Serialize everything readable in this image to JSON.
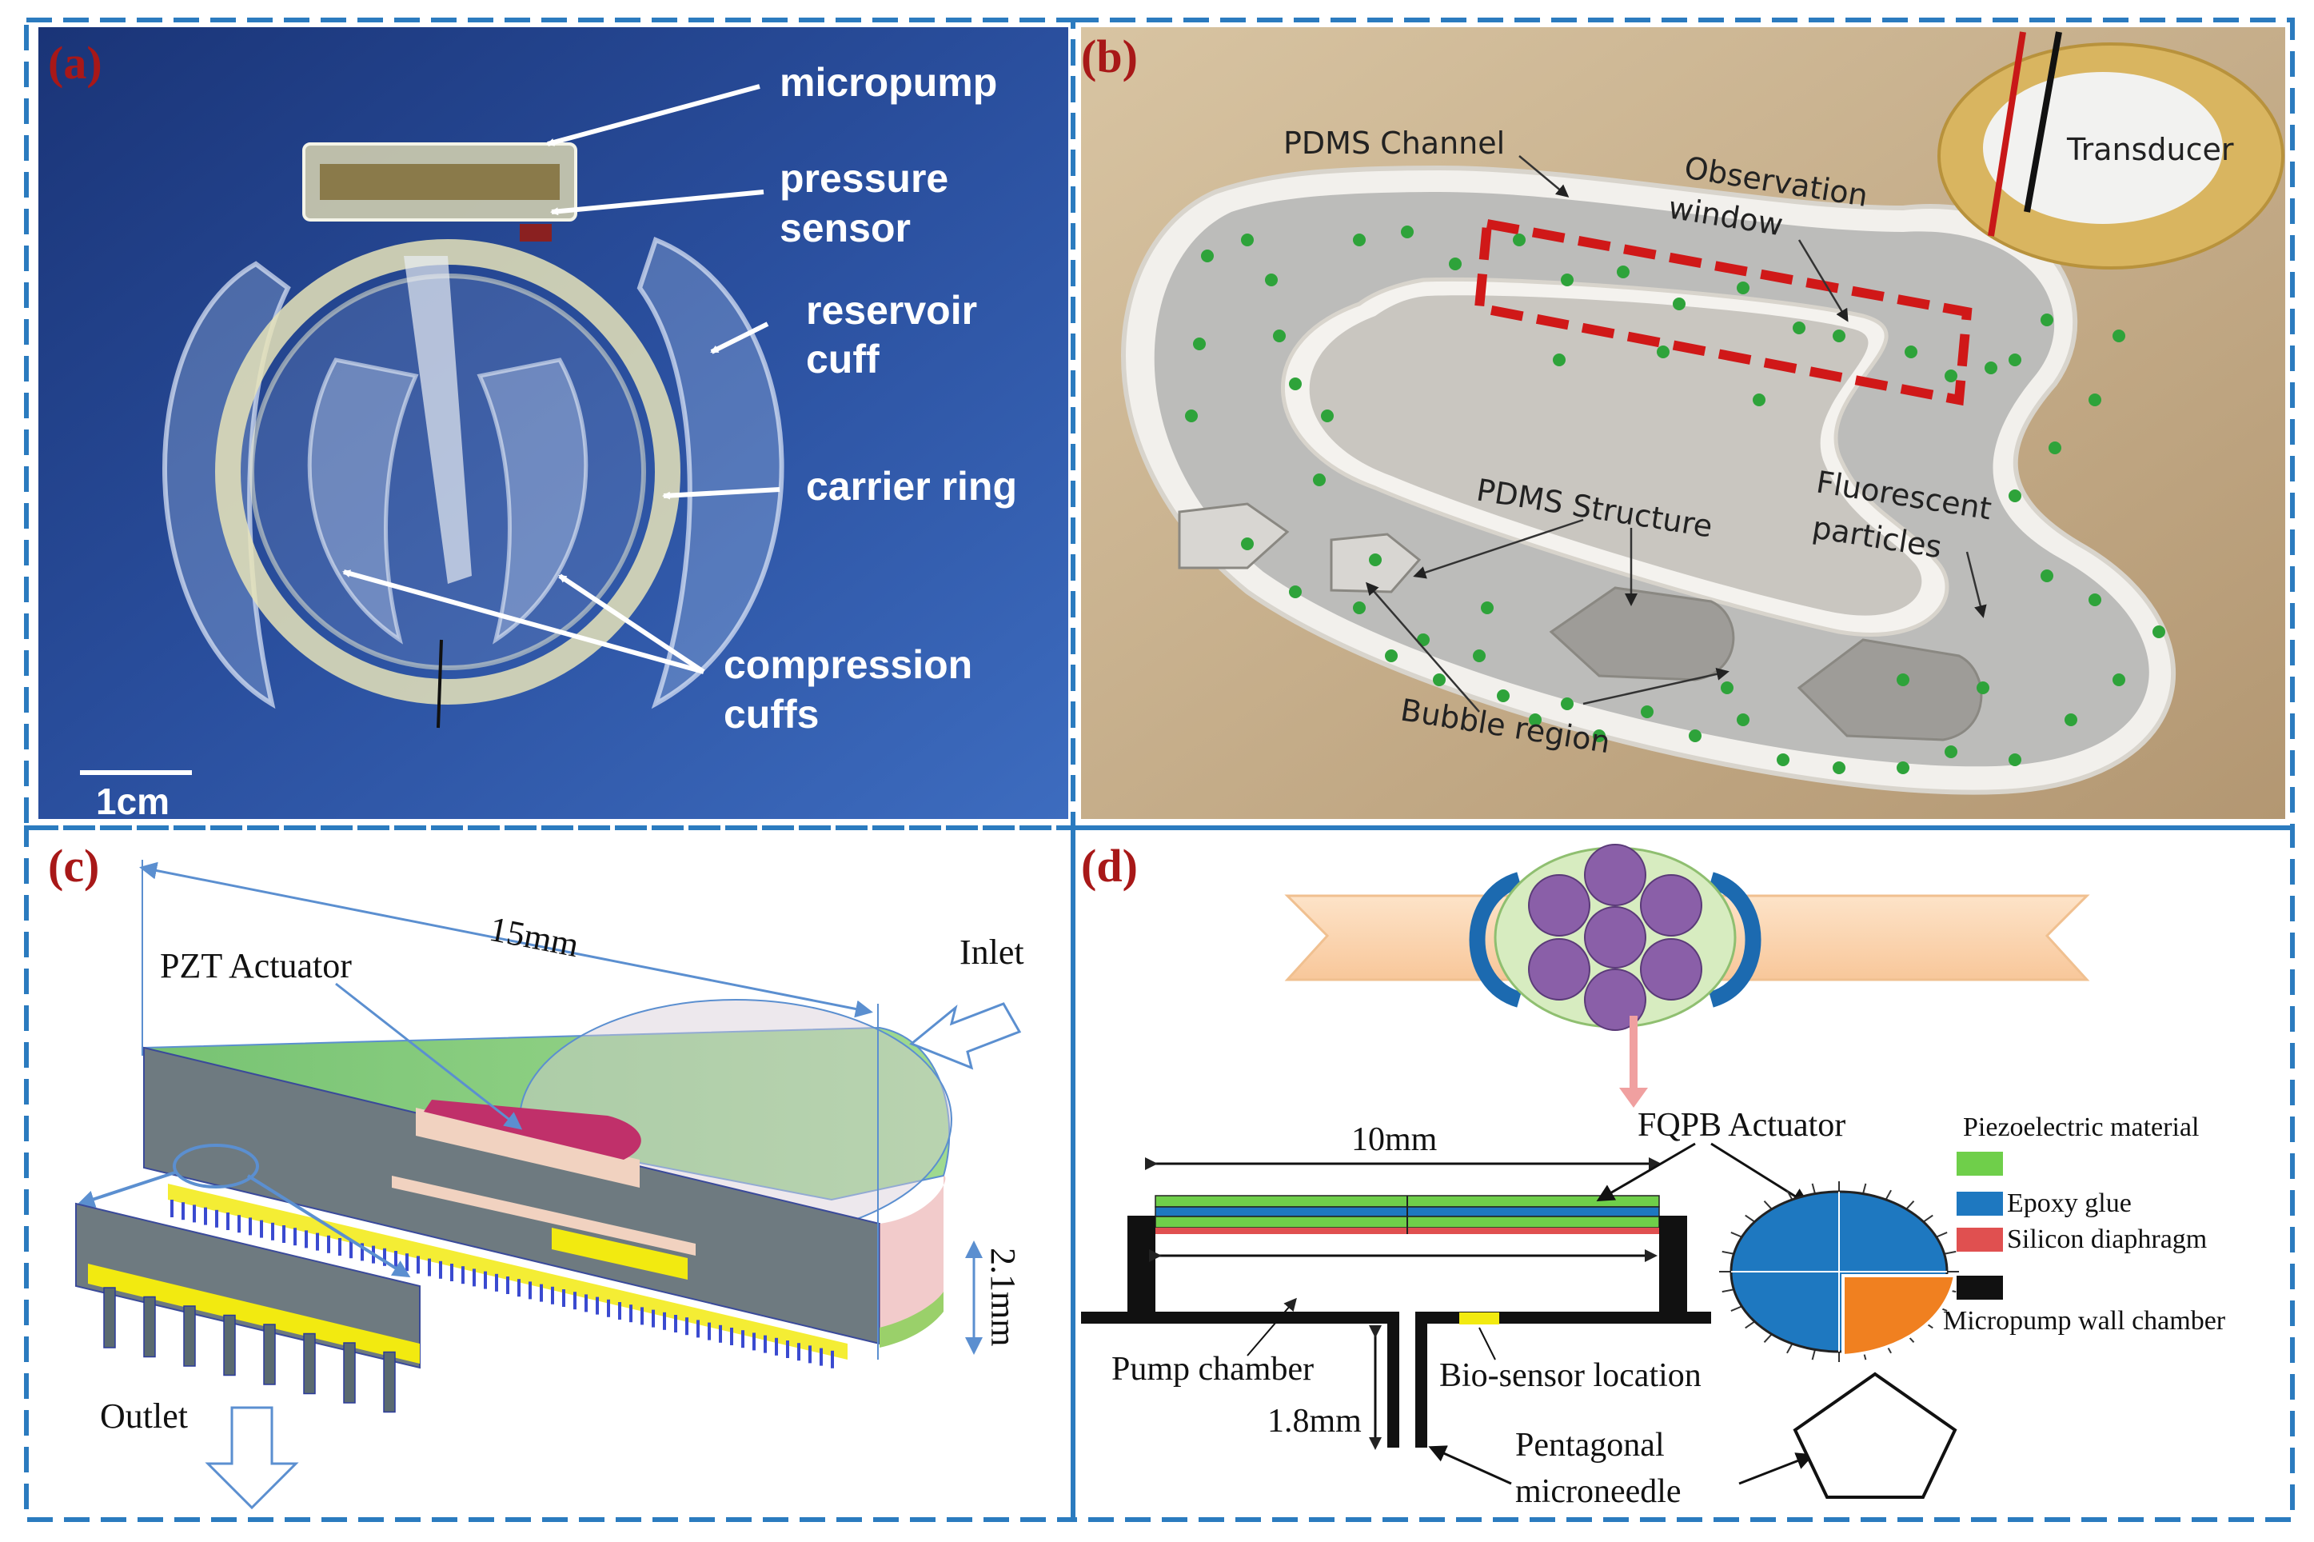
{
  "colors": {
    "frame": "#2b7bbf",
    "letter": "#a81818",
    "panel_a_bg": "#1f3f8a",
    "panel_b_bg": "#c9b08a",
    "particle": "#2ea33a",
    "window": "#d01818",
    "piezo": "#6fcf4a",
    "epoxy": "#1e78c0",
    "silicon": "#e05050",
    "wall": "#111111",
    "cell": "#8a5fa8",
    "skin": "#fcd5b0",
    "orange": "#f08020",
    "sensor": "#f2ea10"
  },
  "panel_a": {
    "letter": "(a)",
    "labels": {
      "micropump": "micropump",
      "pressure": "pressure",
      "sensor": "sensor",
      "reservoir": "reservoir",
      "cuff": "cuff",
      "carrier": "carrier ring",
      "compression": "compression",
      "cuffs": "cuffs"
    },
    "scale": "1cm"
  },
  "panel_b": {
    "letter": "(b)",
    "labels": {
      "pdms_channel": "PDMS Channel",
      "observation": "Observation",
      "window": "window",
      "transducer": "Transducer",
      "pdms_structure": "PDMS Structure",
      "fluorescent": "Fluorescent",
      "particles": "particles",
      "bubble": "Bubble region"
    }
  },
  "panel_c": {
    "letter": "(c)",
    "labels": {
      "dim_15": "15mm",
      "inlet": "Inlet",
      "pzt": "PZT Actuator",
      "dim_21": "2.1mm",
      "outlet": "Outlet"
    }
  },
  "panel_d": {
    "letter": "(d)",
    "labels": {
      "dim_10": "10mm",
      "fqpb": "FQPB Actuator",
      "pump_chamber": "Pump chamber",
      "dim_18": "1.8mm",
      "biosensor": "Bio-sensor location",
      "pentagonal": "Pentagonal",
      "microneedle": "microneedle"
    },
    "legend": [
      {
        "label": "Piezoelectric material",
        "color": "#6fcf4a"
      },
      {
        "label": "Epoxy glue",
        "color": "#1e78c0"
      },
      {
        "label": "Silicon diaphragm",
        "color": "#e05050"
      },
      {
        "label": "Micropump wall chamber",
        "color": "#111111"
      }
    ]
  }
}
